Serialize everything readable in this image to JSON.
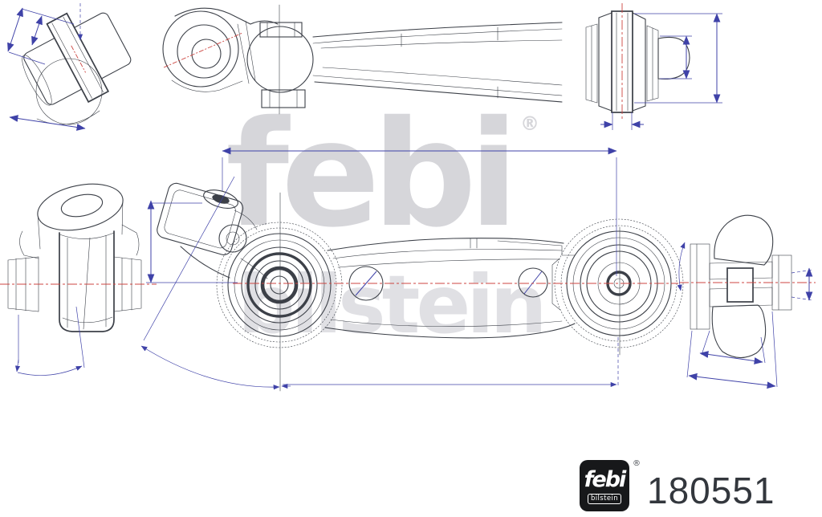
{
  "part": {
    "number": "180551"
  },
  "brand": {
    "logo_text": "febi",
    "logo_subtext": "bilstein",
    "registered_mark": "®"
  },
  "watermark": {
    "word_primary": "febi",
    "word_secondary": "bilstein",
    "registered_mark": "®"
  },
  "drawing": {
    "type": "technical-part-drawing",
    "subject": "suspension control arm with bushings and ball joint",
    "views": [
      "bushing-detail-view-top-left",
      "side-elevation-view-top",
      "main-plan-view-center",
      "left-end-view",
      "right-end-view"
    ]
  },
  "colors": {
    "background": "#ffffff",
    "drawing_line": "#3c4048",
    "dimension_blue": "#3f42a8",
    "centerline_red": "#cc4540",
    "watermark_gray": "#d6d6da",
    "watermark_gray_light": "#e0e0e4",
    "logo_background": "#17181a",
    "logo_text_color": "#ffffff",
    "part_number_color": "#33373d"
  }
}
